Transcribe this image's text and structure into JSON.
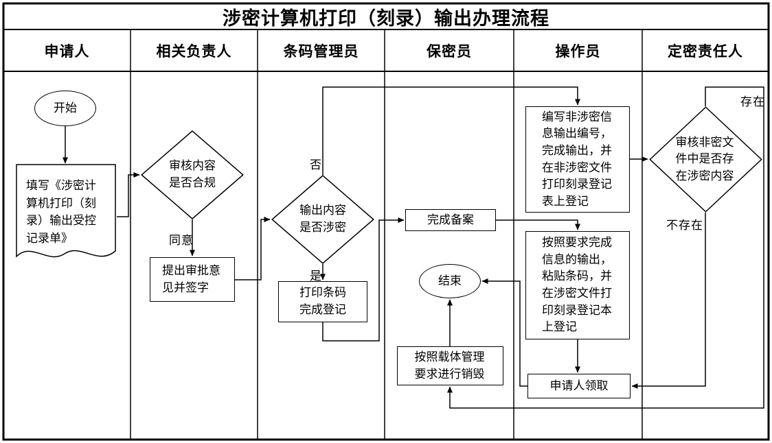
{
  "title": "涉密计算机打印（刻录）输出办理流程",
  "lanes": [
    "申请人",
    "相关负责人",
    "条码管理员",
    "保密员",
    "操作员",
    "定密责任人"
  ],
  "nodes": {
    "start": "开始",
    "fill_form": "填写《涉密计算机打印（刻录）输出受控记录单》",
    "review_compliance": "审核内容是否合规",
    "approval_sign": "提出审批意见并签字",
    "is_classified": "输出内容是否涉密",
    "print_barcode": "打印条码完成登记",
    "filing": "完成备案",
    "end": "结束",
    "destroy": "按照载体管理要求进行销毁",
    "nonclassified_output": "编写非涉密信息输出编号，完成输出，并在非涉密文件打印刻录登记表上登记",
    "classified_output": "按照要求完成信息的输出，粘贴条码，并在涉密文件打印刻录登记本上登记",
    "applicant_collect": "申请人领取",
    "review_secret_content": "审核非密文件中是否存在涉密内容"
  },
  "edge_labels": {
    "agree": "同意",
    "no": "否",
    "yes": "是",
    "exists": "存在",
    "not_exists": "不存在"
  },
  "colors": {
    "line": "#000000",
    "background": "#ffffff"
  }
}
